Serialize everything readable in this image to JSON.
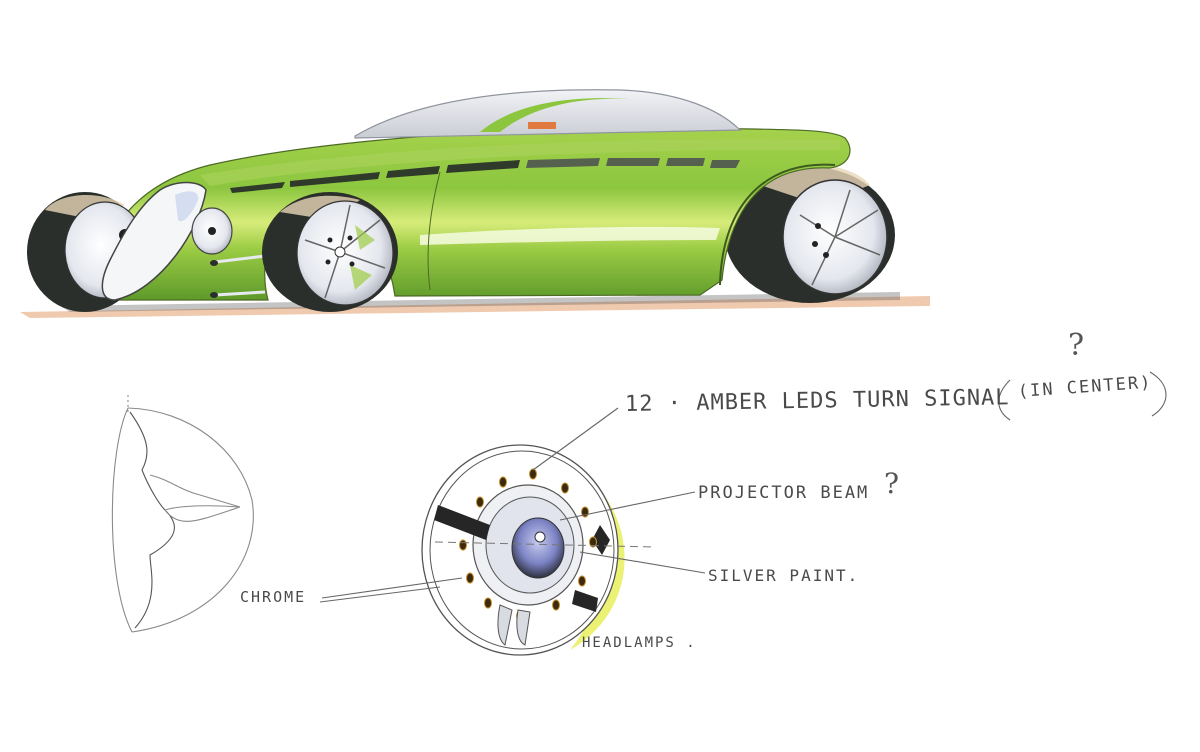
{
  "sketch": {
    "subject": "concept hot-rod coupe side/front 3-4 view",
    "colors": {
      "paper": "#ffffff",
      "body_green": "#8cc63f",
      "body_highlight": "#d7ec7a",
      "body_shadow": "#5e9a2a",
      "tire": "#2b2f2b",
      "chrome": "#e8ecf2",
      "ground_shadow": "#e8b48a",
      "pencil": "#555555",
      "marker_yellow": "#e6ef5a",
      "lens_blue": "#6a73b8"
    }
  },
  "annotations": {
    "turn_signal": "12 · AMBER LEDS  TURN SIGNAL",
    "in_center": "(IN CENTER)",
    "question_top": "?",
    "projector_beam": "PROJECTOR BEAM",
    "projector_question": "?",
    "silver_paint": "SILVER PAINT.",
    "chrome": "CHROME",
    "headlamps": "HEADLAMPS ."
  }
}
